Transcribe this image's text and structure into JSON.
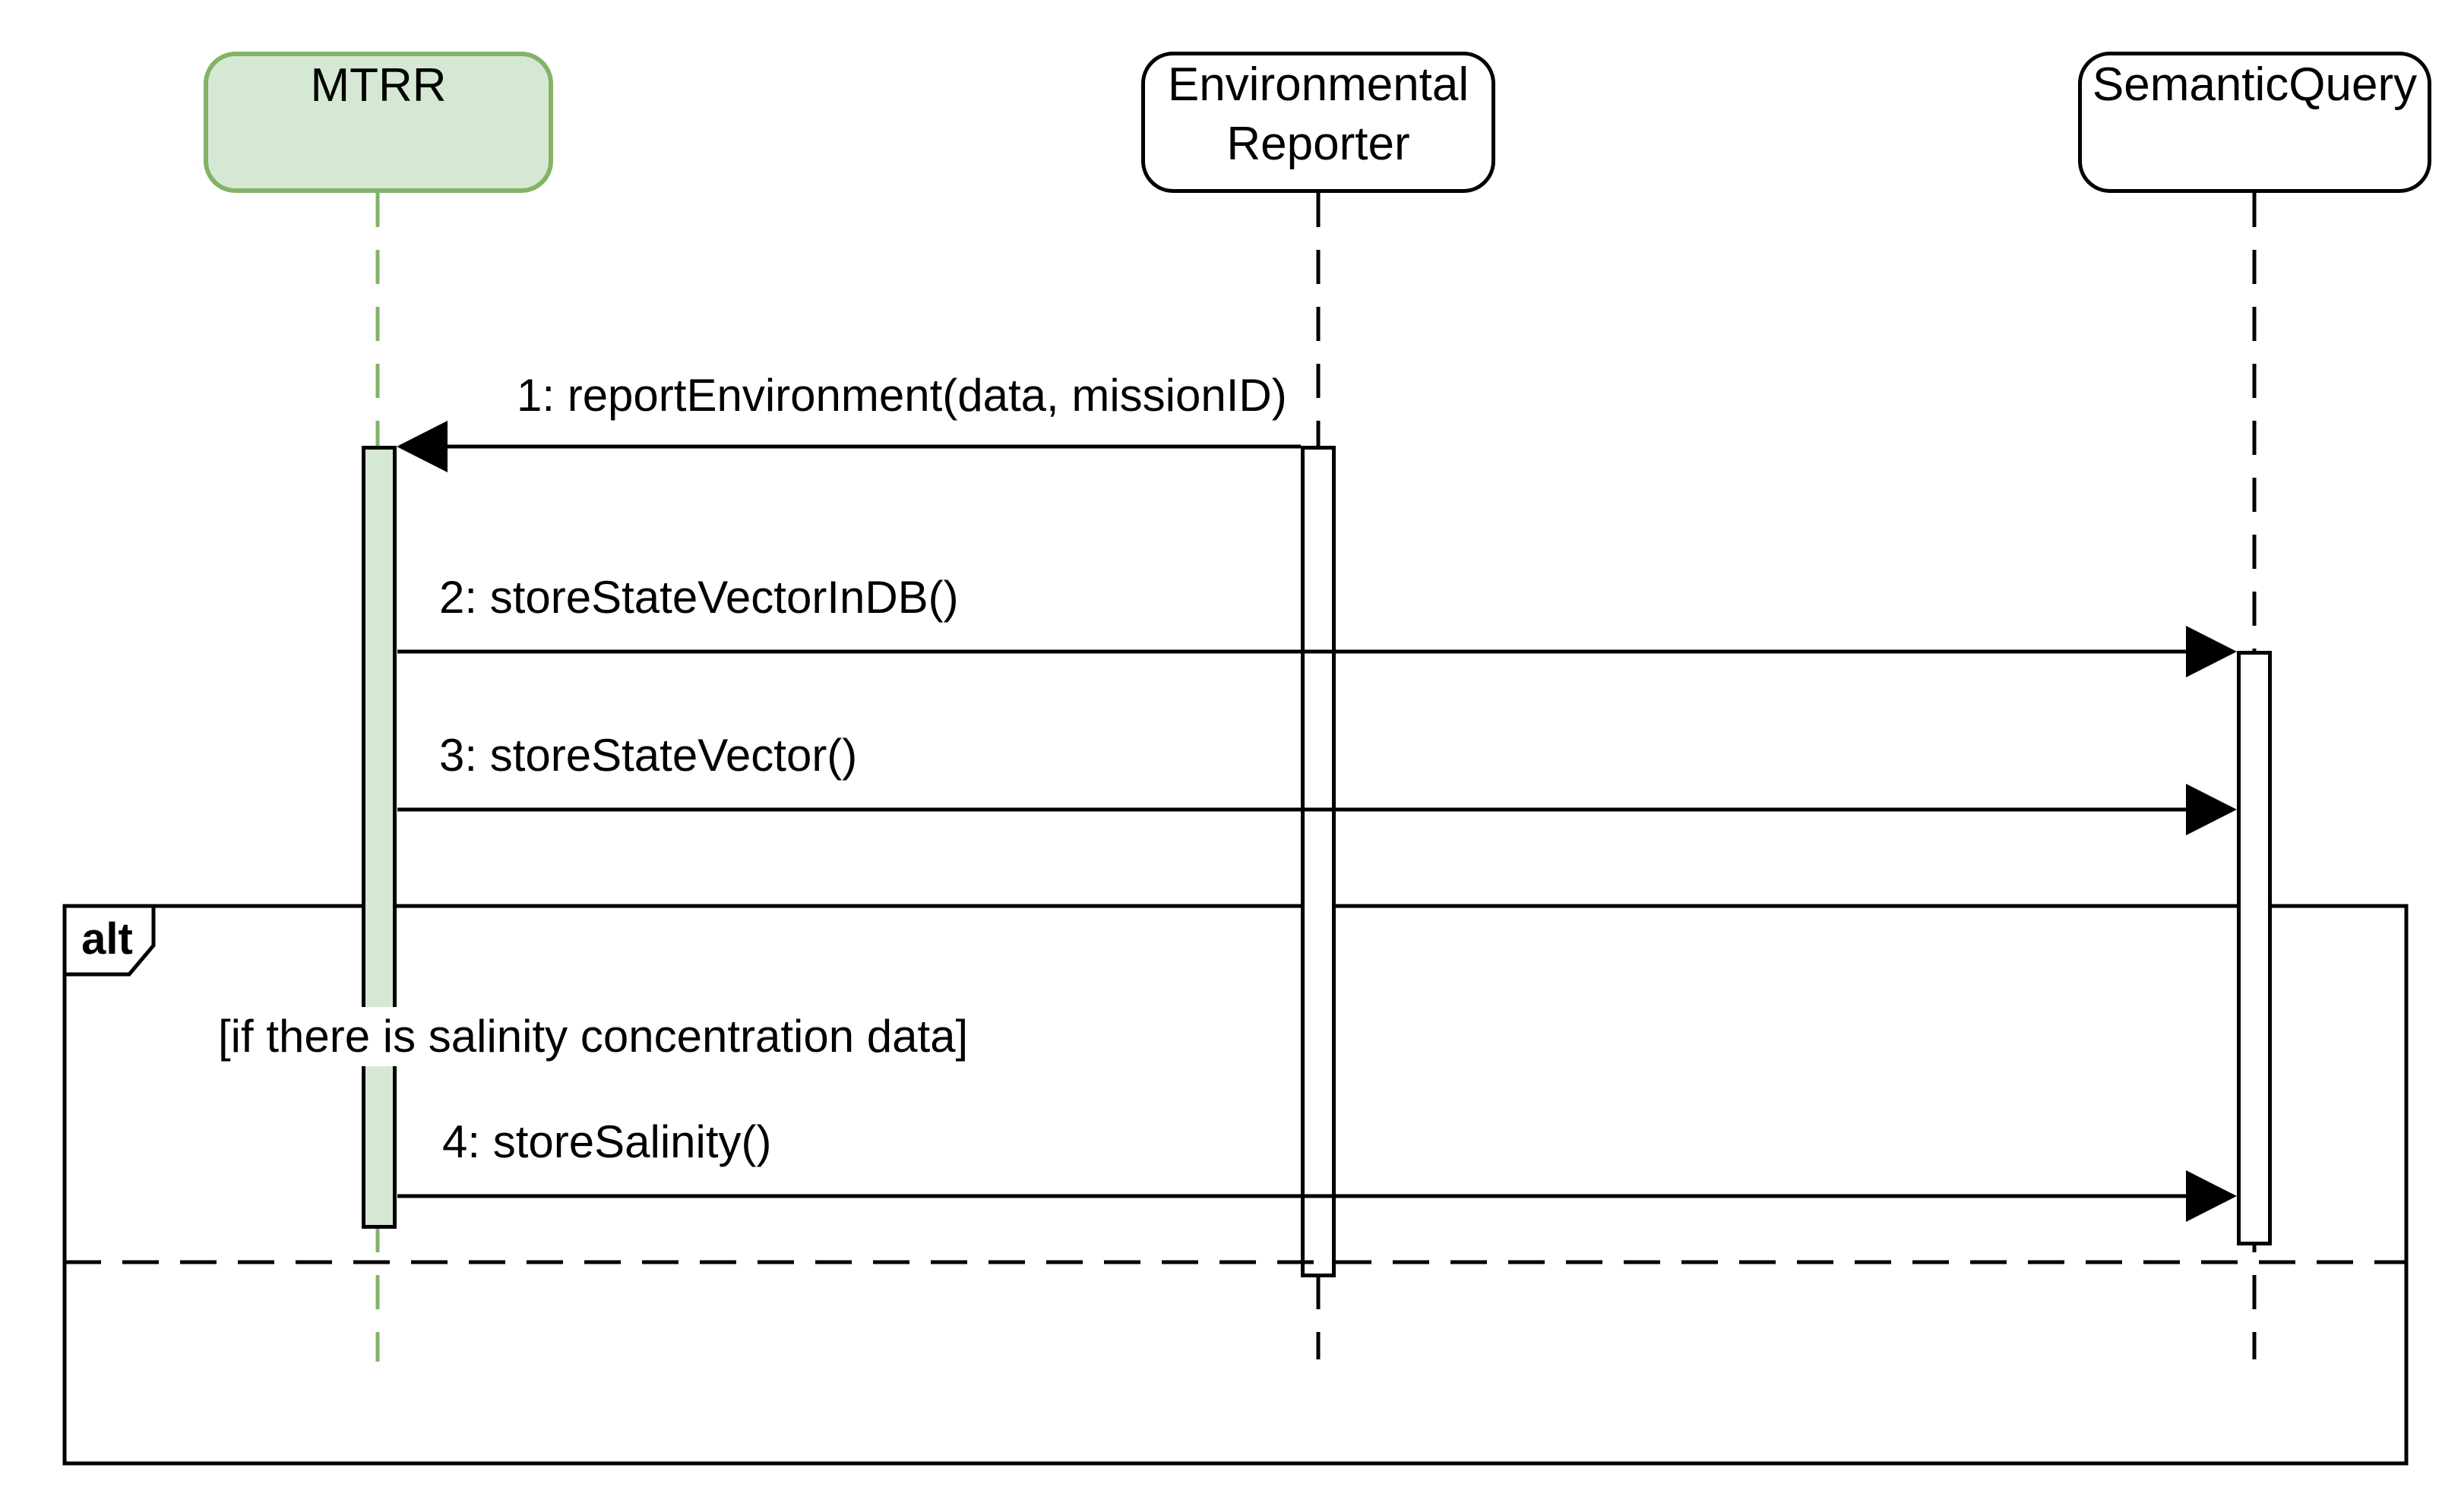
{
  "diagram_type": "uml-sequence-diagram",
  "participants": [
    {
      "name": "MTRR",
      "lines": [
        "MTRR"
      ],
      "fill": "#d5e8d4",
      "stroke": "#82b366",
      "lifeline_color": "#82b366"
    },
    {
      "name": "Environmental Reporter",
      "lines": [
        "Environmental",
        "Reporter"
      ],
      "fill": "#ffffff",
      "stroke": "#000000",
      "lifeline_color": "#000000"
    },
    {
      "name": "SemanticQuery",
      "lines": [
        "SemanticQuery"
      ],
      "fill": "#ffffff",
      "stroke": "#000000",
      "lifeline_color": "#000000"
    }
  ],
  "messages": [
    {
      "label": "1: reportEnvironment(data, missionID)",
      "from": "Environmental Reporter",
      "to": "MTRR",
      "direction": "left"
    },
    {
      "label": "2: storeStateVectorInDB()",
      "from": "MTRR",
      "to": "SemanticQuery",
      "direction": "right"
    },
    {
      "label": "3: storeStateVector()",
      "from": "MTRR",
      "to": "SemanticQuery",
      "direction": "right"
    },
    {
      "label": "4: storeSalinity()",
      "from": "MTRR",
      "to": "SemanticQuery",
      "direction": "right"
    }
  ],
  "fragment": {
    "operator": "alt",
    "guard": "[if there is salinity concentration data]"
  },
  "colors": {
    "background": "#ffffff",
    "line": "#000000",
    "green_fill": "#d5e8d4",
    "green_stroke": "#82b366"
  }
}
